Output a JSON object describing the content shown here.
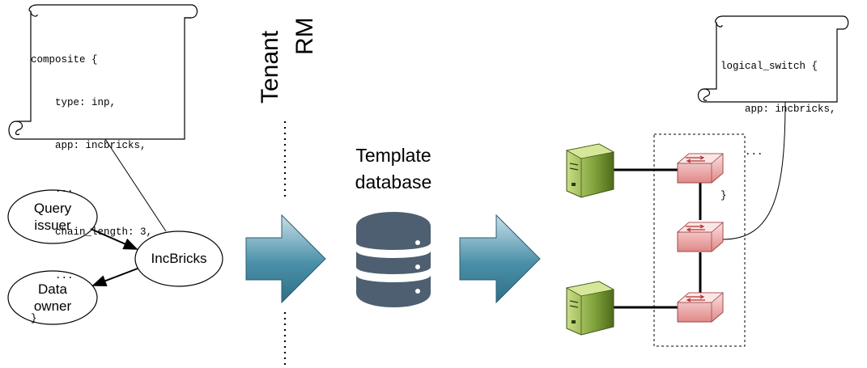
{
  "scroll_left": {
    "lines": [
      "composite {",
      "    type: inp,",
      "    app: incbricks,",
      "    ...",
      "    chain_length: 3,",
      "    ...",
      "}"
    ]
  },
  "scroll_right": {
    "lines": [
      "logical_switch {",
      "    app: incbricks,",
      "    ...",
      "}"
    ]
  },
  "roles": {
    "query_issuer": [
      "Query",
      "issuer"
    ],
    "data_owner": [
      "Data",
      "owner"
    ],
    "incbricks": "IncBricks"
  },
  "boundary": {
    "tenant": "Tenant",
    "rm": "RM"
  },
  "template_db": {
    "line1": "Template",
    "line2": "database"
  },
  "colors": {
    "arrow_fill": "#4a90a8",
    "server_fill": "#7fa13a",
    "switch_fill": "#e59a9a",
    "db_fill": "#4d5f70"
  },
  "icons": {
    "database": "database-icon",
    "server": "server-icon",
    "switch": "switch-icon"
  }
}
